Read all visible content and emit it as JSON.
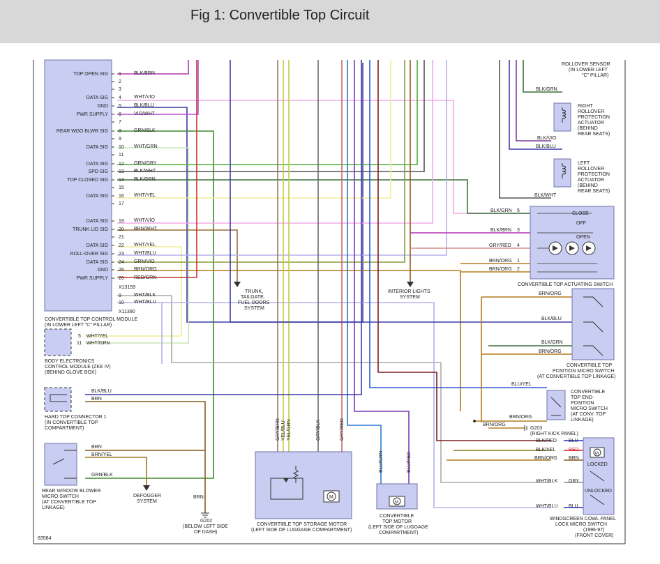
{
  "header": {
    "title": "Fig 1: Convertible Top Circuit"
  },
  "figure_id": "83584",
  "colors": {
    "module_fill": "#c9cdf2",
    "module_stroke": "#6f73a8",
    "BLK/BRN": "#b236b2",
    "WHT/VIO": "#f0a8e8",
    "BLK/BLU": "#3a3aa8",
    "VIO/WHT": "#b84cd6",
    "GRN/BLK": "#3f8a2e",
    "WHT/GRN": "#c8e6b8",
    "GRN/GRY": "#4fae3a",
    "BLK/WHT": "#555555",
    "BLK/GRN": "#3d6e3a",
    "WHT/YEL": "#f0ec9a",
    "BRN/WHT": "#9a6b3a",
    "WHT/BLU": "#b3b3e8",
    "GRN/VIO": "#8a9a3a",
    "BRN/ORG": "#b57a1e",
    "RED/GRN": "#c8352a",
    "WHT/BLK": "#aaaaaa",
    "GRY/RED": "#d88a8a",
    "BLK/RED": "#7a1e1e",
    "BLK/YEL": "#8a7a1e",
    "BLK/VIO": "#7a3a9a",
    "BRN": "#8a5a1e",
    "RED": "#d42020",
    "BLU": "#2a2ad4",
    "GRY": "#888888",
    "BLU/YEL": "#2a5ad4",
    "BRN/YEL": "#a07a1e",
    "GRY/BRN": "#8a7a6a",
    "YEL/BLU": "#c8c83a",
    "YEL/GRN": "#b8d43a",
    "GRY/BLK": "#6a6a6a",
    "GRY/RED2": "#c86a6a",
    "BLU/GRN": "#2a7ad4",
    "BLU/RED": "#7a3ab8"
  },
  "ctm": {
    "module_label": "CONVERTIBLE TOP CONTROL MODULE",
    "module_location": "(IN LOWER LEFT \"C\" PILLAR)",
    "connector_main": "X13159",
    "connector_aux": "X11390",
    "pins": [
      {
        "num": "1",
        "sig": "TOP OPEN SIG",
        "wire": "BLK/BRN"
      },
      {
        "num": "2",
        "sig": "",
        "wire": ""
      },
      {
        "num": "3",
        "sig": "",
        "wire": ""
      },
      {
        "num": "4",
        "sig": "DATA SIG",
        "wire": "WHT/VIO"
      },
      {
        "num": "5",
        "sig": "GND",
        "wire": "BLK/BLU"
      },
      {
        "num": "6",
        "sig": "PWR SUPPLY",
        "wire": "VIO/WHT"
      },
      {
        "num": "7",
        "sig": "",
        "wire": ""
      },
      {
        "num": "8",
        "sig": "REAR WDO BLWR SIG",
        "wire": "GRN/BLK"
      },
      {
        "num": "9",
        "sig": "",
        "wire": ""
      },
      {
        "num": "10",
        "sig": "DATA SIG",
        "wire": "WHT/GRN"
      },
      {
        "num": "11",
        "sig": "",
        "wire": ""
      },
      {
        "num": "12",
        "sig": "DATA SIG",
        "wire": "GRN/GRY"
      },
      {
        "num": "13",
        "sig": "SPD SIG",
        "wire": "BLK/WHT"
      },
      {
        "num": "14",
        "sig": "TOP CLOSED SIG",
        "wire": "BLK/GRN"
      },
      {
        "num": "15",
        "sig": "",
        "wire": ""
      },
      {
        "num": "16",
        "sig": "DATA SIG",
        "wire": "WHT/YEL"
      },
      {
        "num": "17",
        "sig": "",
        "wire": ""
      },
      {
        "num": "19",
        "sig": "DATA SIG",
        "wire": "WHT/VIO"
      },
      {
        "num": "20",
        "sig": "TRUNK LID SIG",
        "wire": "BRN/WHT"
      },
      {
        "num": "21",
        "sig": "",
        "wire": ""
      },
      {
        "num": "22",
        "sig": "DATA SIG",
        "wire": "WHT/YEL"
      },
      {
        "num": "23",
        "sig": "ROLL-OVER SIG",
        "wire": "WHT/BLU"
      },
      {
        "num": "24",
        "sig": "DATA SIG",
        "wire": "GRN/VIO"
      },
      {
        "num": "25",
        "sig": "GND",
        "wire": "BRN/ORG"
      },
      {
        "num": "26",
        "sig": "PWR SUPPLY",
        "wire": "RED/GRN"
      }
    ],
    "aux_pins": [
      {
        "num": "9",
        "wire": "WHT/BLK"
      },
      {
        "num": "10",
        "wire": "WHT/BLU"
      }
    ]
  },
  "zke": {
    "label_1": "BODY ELECTRONICS",
    "label_2": "CONTROL MODULE (ZKE IV)",
    "label_3": "(BEHIND GLOVE BOX)",
    "pins": [
      {
        "num": "5",
        "wire": "WHT/YEL"
      },
      {
        "num": "11",
        "wire": "WHT/GRN"
      }
    ]
  },
  "hardtop": {
    "label_1": "HARD TOP CONNECTOR 1",
    "label_2": "(IN CONVERTIBLE TOP",
    "label_3": "COMPARTMENT)",
    "wires": [
      "BLK/BLU",
      "BRN"
    ]
  },
  "blower": {
    "label_1": "REAR WINDOW BLOWER",
    "label_2": "MICRO SWITCH",
    "label_3": "(AT CONVERTIBLE TOP",
    "label_4": "LINKAGE)",
    "wires": [
      "BRN",
      "BRN/YEL",
      "GRN/BLK"
    ]
  },
  "defogger": {
    "label_1": "DEFOGGER",
    "label_2": "SYSTEM"
  },
  "g202": {
    "wire": "BRN",
    "label_1": "G202",
    "label_2": "(BELOW LEFT SIDE",
    "label_3": "OF DASH)"
  },
  "trunk": {
    "label_1": "TRUNK,",
    "label_2": "TAILGATE,",
    "label_3": "FUEL DOORS",
    "label_4": "SYSTEM"
  },
  "interior": {
    "label_1": "INTERIOR LIGHTS",
    "label_2": "SYSTEM"
  },
  "storage_motor": {
    "label_1": "CONVERTIBLE TOP STORAGE MOTOR",
    "label_2": "(LEFT SIDE OF LUGGAGE COMPARTMENT)",
    "wires": [
      "GRY/BRN",
      "YEL/BLU",
      "YEL/GRN",
      "GRY/BLK",
      "GRY/RED"
    ]
  },
  "top_motor": {
    "label_1": "CONVERTIBLE",
    "label_2": "TOP MOTOR",
    "label_3": "(LEFT SIDE OF LUGGAGE",
    "label_4": "COMPARTMENT)",
    "wires": [
      "BLU/GRN",
      "BLU/RED"
    ]
  },
  "rollover": {
    "sensor_1": "ROLLOVER SENSOR",
    "sensor_2": "(IN LOWER LEFT",
    "sensor_3": "\"C\" PILLAR)",
    "right_1": "RIGHT",
    "right_2": "ROLLOVER",
    "right_3": "PROTECTION",
    "right_4": "ACTUATOR",
    "right_5": "(BEHIND",
    "right_6": "REAR SEATS)",
    "left_1": "LEFT",
    "left_2": "ROLLOVER",
    "left_3": "PROTECTION",
    "left_4": "ACTUATOR",
    "left_5": "(BEHIND",
    "left_6": "REAR SEATS)",
    "wires": [
      "BLK/GRN",
      "BLK/VIO",
      "BLK/BLU",
      "BLK/WHT"
    ]
  },
  "actuating": {
    "label": "CONVERTIBLE TOP ACTUATING SWITCH",
    "close": "CLOSE",
    "off": "OFF",
    "open": "OPEN",
    "pins": [
      {
        "num": "5",
        "wire": "BLK/GRN"
      },
      {
        "num": "3",
        "wire": "BLK/BRN"
      },
      {
        "num": "4",
        "wire": "GRY/RED"
      },
      {
        "num": "1",
        "wire": "BRN/ORG"
      },
      {
        "num": "2",
        "wire": "BRN/ORG"
      }
    ]
  },
  "position": {
    "label_1": "CONVERTIBLE TOP",
    "label_2": "POSITION MICRO SWITCH",
    "label_3": "(AT CONVERTIBLE TOP LINKAGE)",
    "wires": [
      "BRN/ORG",
      "BLK/BLU",
      "BLK/GRN",
      "BRN/ORG"
    ]
  },
  "endpos": {
    "label_1": "CONVERTIBLE",
    "label_2": "TOP END-",
    "label_3": "POSITION",
    "label_4": "MICRO SWITCH",
    "label_5": "(AT CONV. TOP",
    "label_6": "LINKAGE)",
    "wires": [
      "BLU/YEL",
      "BRN/ORG"
    ]
  },
  "g203": {
    "wire": "BRN/ORG",
    "label_1": "G203",
    "label_2": "(RIGHT KICK PANEL)"
  },
  "cowl": {
    "label_1": "WINDSCREEN COWL PANEL",
    "label_2": "LOCK MICRO SWITCH",
    "label_3": "(1996-97)",
    "label_4": "(FRONT COVER)",
    "locked": "LOCKED",
    "unlocked": "UNLOCKED",
    "wires": [
      {
        "in": "BLK/RED",
        "out": "BLU"
      },
      {
        "in": "BLK/YEL",
        "out": "RED"
      },
      {
        "in": "BRN/ORG",
        "out": "BRN"
      },
      {
        "in": "WHT/BLK",
        "out": "GRY"
      },
      {
        "in": "WHT/BLU",
        "out": "BLU"
      }
    ]
  }
}
